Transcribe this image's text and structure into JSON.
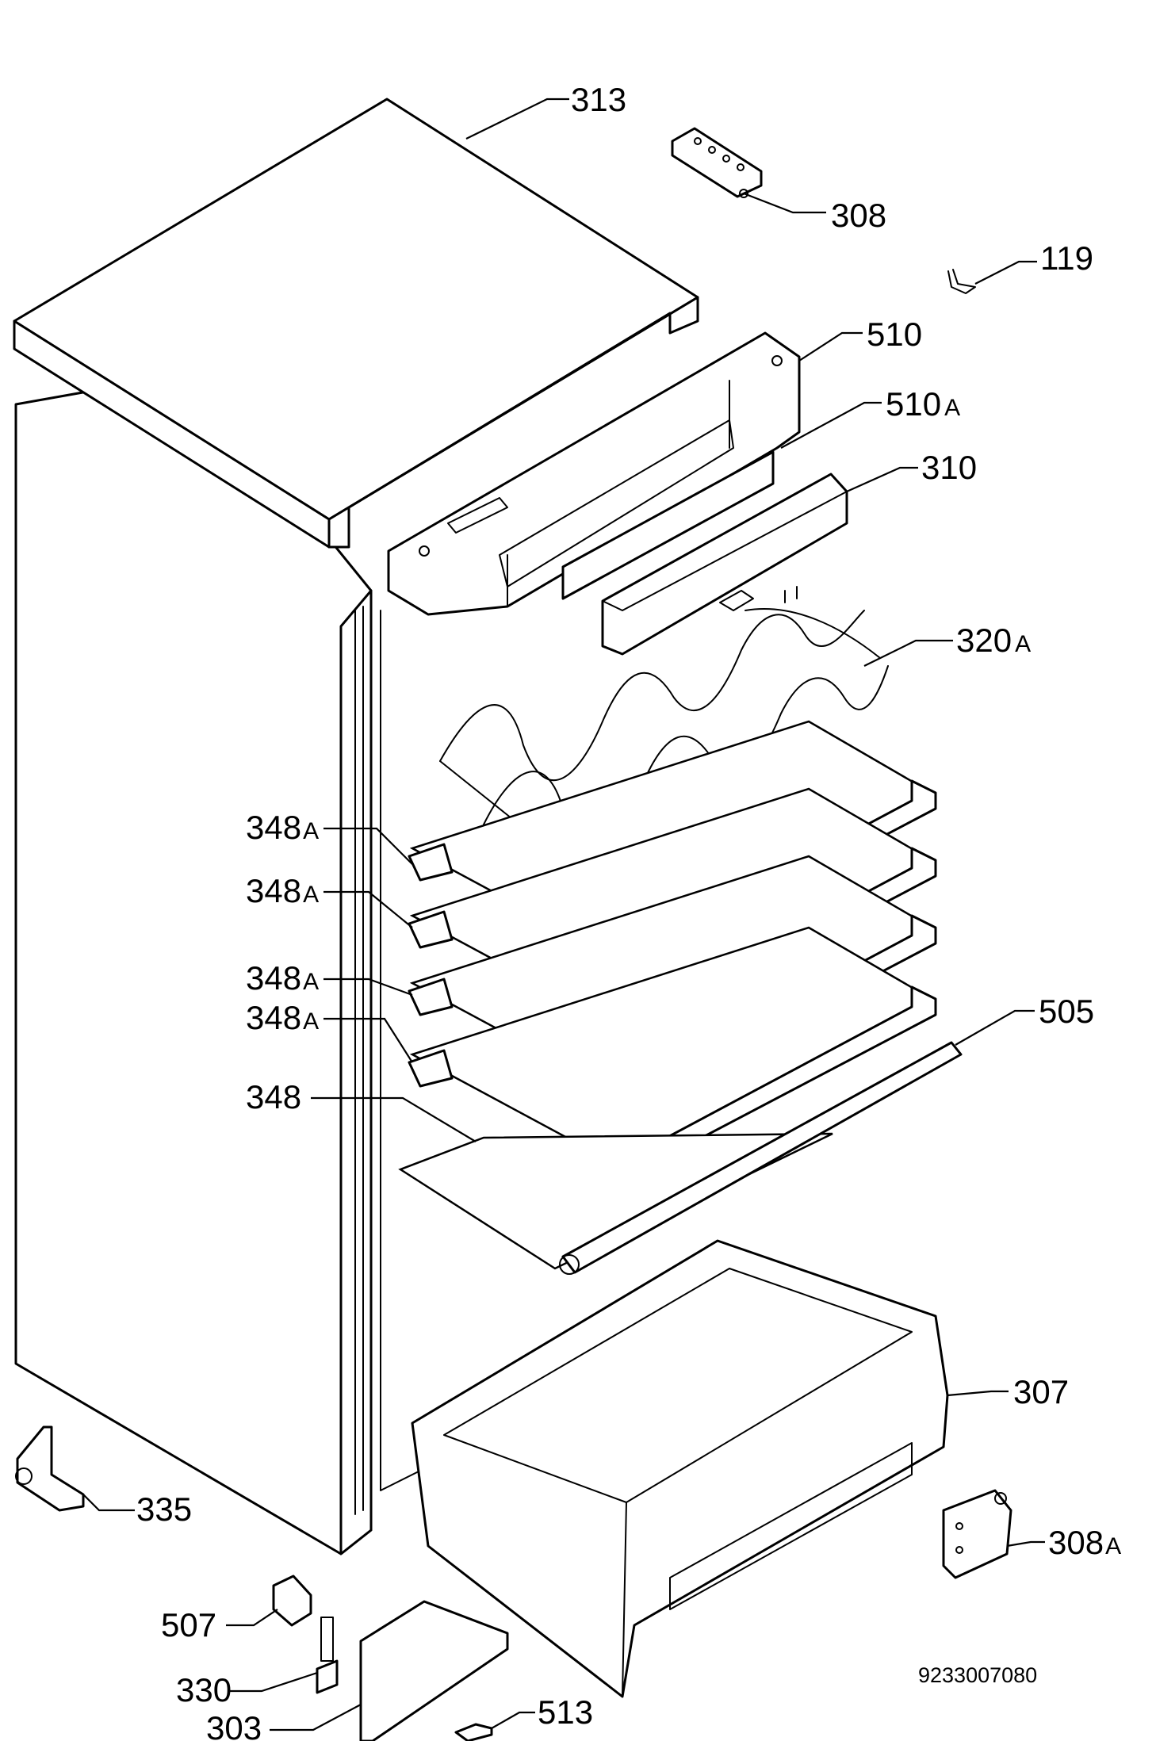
{
  "labels": {
    "l313": "313",
    "l308": "308",
    "l119": "119",
    "l510": "510",
    "l510a": "510",
    "l310": "310",
    "l320a": "320",
    "l348a_1": "348",
    "l348a_2": "348",
    "l348a_3": "348",
    "l348a_4": "348",
    "l505": "505",
    "l348": "348",
    "l307": "307",
    "l335": "335",
    "l308a": "308",
    "l507": "507",
    "l330": "330",
    "l513": "513",
    "l303": "303"
  },
  "suffixes": {
    "s510a": "A",
    "s320a": "A",
    "s348a_1": "A",
    "s348a_2": "A",
    "s348a_3": "A",
    "s348a_4": "A",
    "s308a": "A"
  },
  "document_number": "9233007080"
}
